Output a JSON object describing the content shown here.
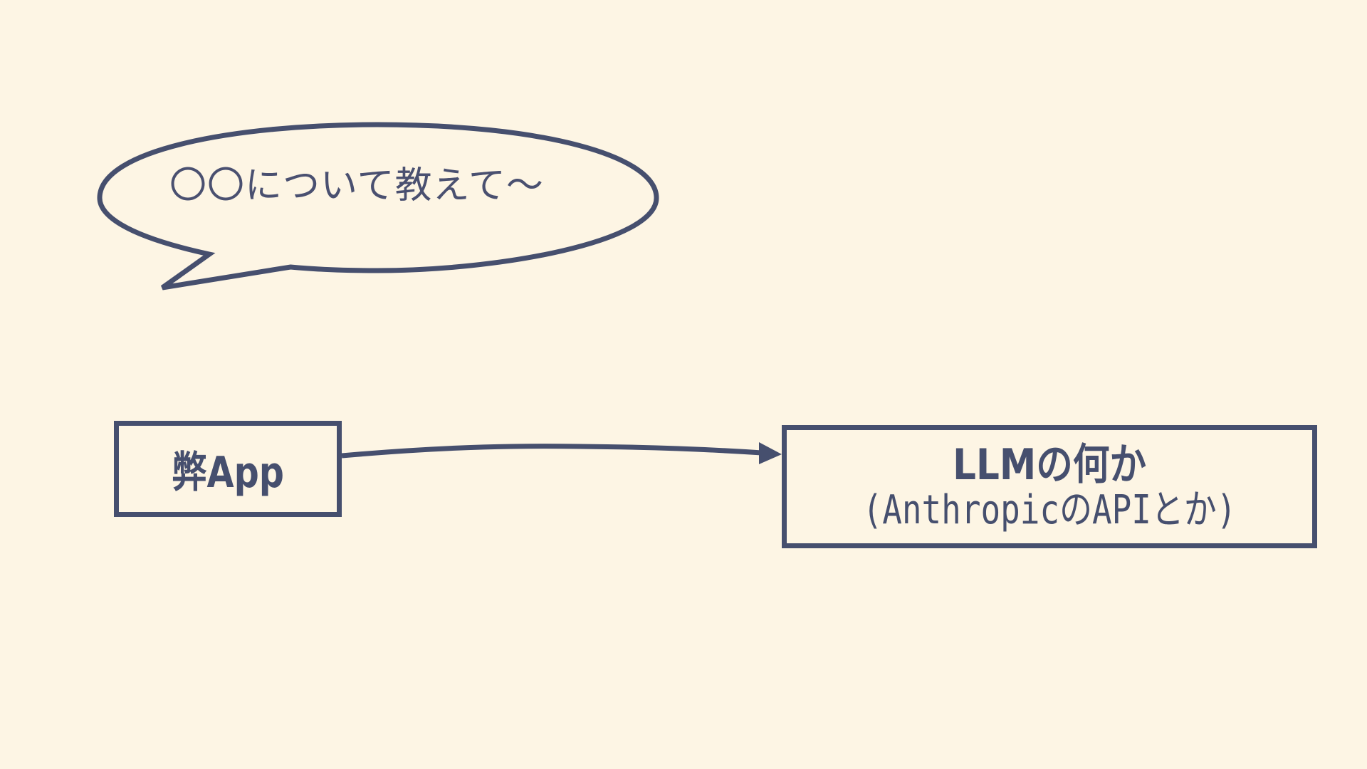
{
  "bubble": {
    "text": "〇〇について教えて〜"
  },
  "source_box": {
    "label": "弊App"
  },
  "target_box": {
    "title": "LLMの何か",
    "subtitle": "(AnthropicのAPIとか)"
  },
  "colors": {
    "background": "#fdf5e4",
    "stroke": "#464f6e",
    "text": "#464f6e"
  }
}
